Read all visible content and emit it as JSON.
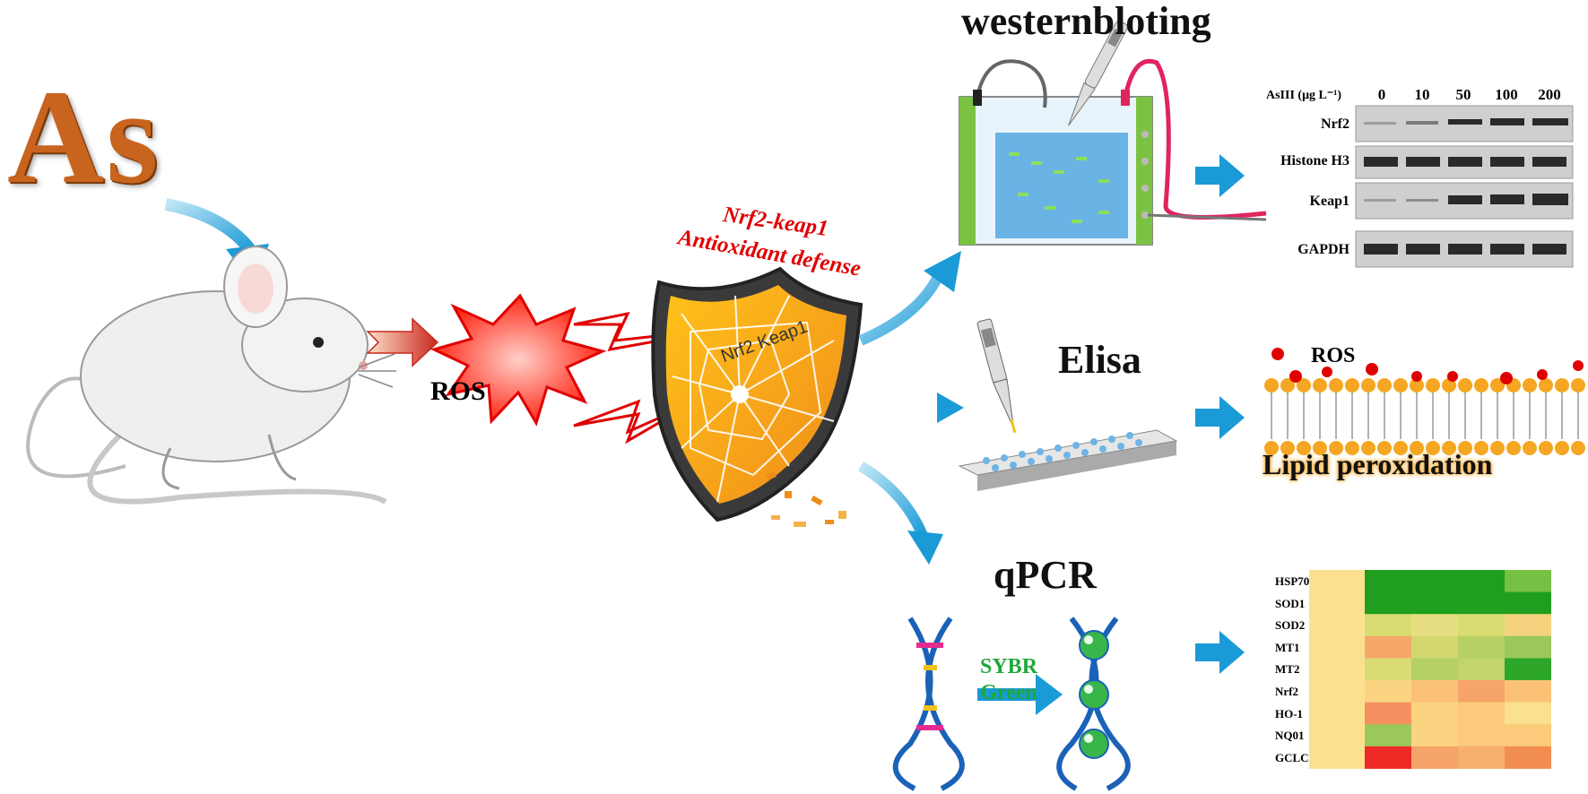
{
  "main_element": "As",
  "ros_label": "ROS",
  "defense": {
    "line1": "Nrf2-keap1",
    "line2": "Antioxidant defense",
    "shield_text": "Nrf2 Keap1"
  },
  "methods": {
    "western": "westernbloting",
    "elisa": "Elisa",
    "qpcr": "qPCR",
    "sybr_line1": "SYBR",
    "sybr_line2": "Green"
  },
  "blot": {
    "header_label": "AsIII (μg L⁻¹)",
    "doses": [
      "0",
      "10",
      "50",
      "100",
      "200"
    ],
    "rows": [
      "Nrf2",
      "Histone H3",
      "Keap1",
      "GAPDH"
    ]
  },
  "lipid": {
    "ros": "ROS",
    "label": "Lipid peroxidation"
  },
  "heatmap": {
    "genes": [
      "HSP70",
      "SOD1",
      "SOD2",
      "MT1",
      "MT2",
      "Nrf2",
      "HO-1",
      "NQ01",
      "GCLC"
    ],
    "colors": [
      [
        "#fbe18f",
        "#1f9e1f",
        "#1f9e1f",
        "#1f9e1f",
        "#76c043"
      ],
      [
        "#fbe18f",
        "#1f9e1f",
        "#1fa01f",
        "#1fa01f",
        "#1f9e1f"
      ],
      [
        "#fbe18f",
        "#d9dc72",
        "#e7de82",
        "#d9dc72",
        "#f5d27d"
      ],
      [
        "#fbe18f",
        "#f6a76a",
        "#d2d86e",
        "#b6d065",
        "#9ac85a"
      ],
      [
        "#fbe18f",
        "#d9dc72",
        "#b6d065",
        "#c2d46a",
        "#2da62a"
      ],
      [
        "#fbe18f",
        "#fbd482",
        "#fbc276",
        "#f7a46a",
        "#fbc276"
      ],
      [
        "#fbe18f",
        "#f59060",
        "#fbd482",
        "#fbca7a",
        "#fbe18f"
      ],
      [
        "#fbe18f",
        "#9ac85a",
        "#fbd482",
        "#fbca7a",
        "#fbca7a"
      ],
      [
        "#fbe18f",
        "#ee2a24",
        "#f7a46a",
        "#f6b06e",
        "#f28d50"
      ]
    ]
  }
}
